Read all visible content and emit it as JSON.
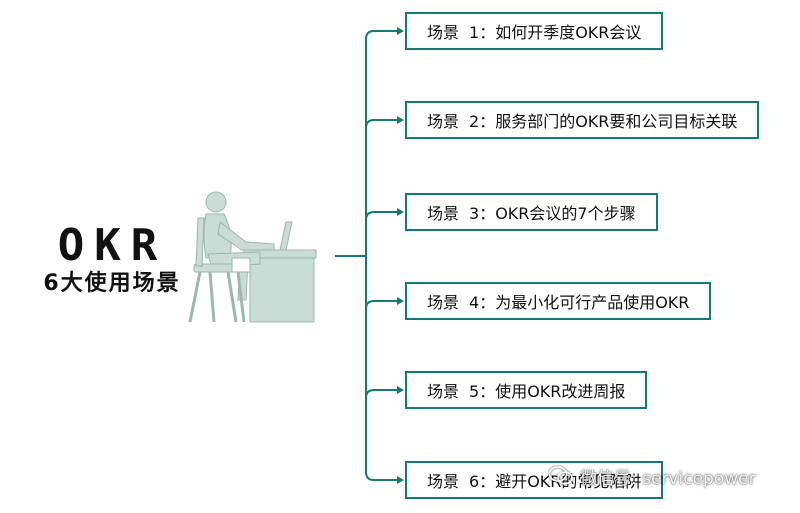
{
  "root": {
    "title": "OKR",
    "subtitle": "6大使用场景"
  },
  "colors": {
    "line": "#157a72",
    "figure": "#c9dcd6",
    "figure_stroke": "#9ab8b0"
  },
  "nodes": [
    {
      "prefix": "场景",
      "num": "1：",
      "text": "如何开季度OKR会议"
    },
    {
      "prefix": "场景",
      "num": "2：",
      "text": "服务部门的OKR要和公司目标关联"
    },
    {
      "prefix": "场景",
      "num": "3：",
      "text": "OKR会议的7个步骤"
    },
    {
      "prefix": "场景",
      "num": "4：",
      "text": "为最小化可行产品使用OKR"
    },
    {
      "prefix": "场景",
      "num": "5：",
      "text": "使用OKR改进周报"
    },
    {
      "prefix": "场景",
      "num": "6：",
      "text": "避开OKR的常见陷阱"
    }
  ],
  "watermark": {
    "icon": "wechat-icon",
    "text": "微信号: servicepower"
  }
}
